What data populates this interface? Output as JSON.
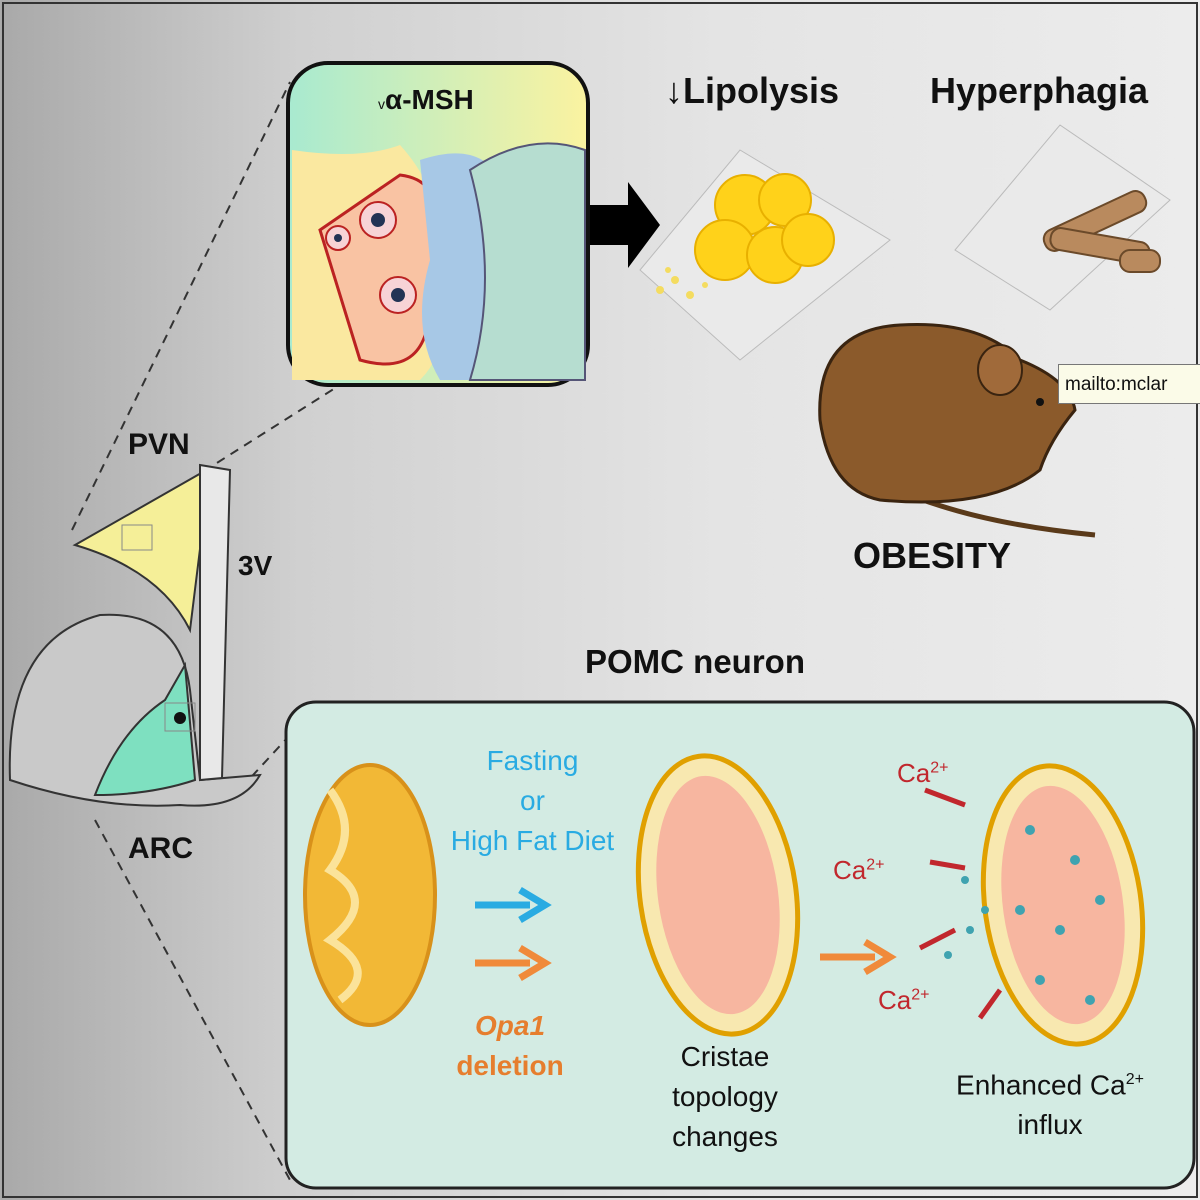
{
  "top_panel": {
    "label": "α-MSH",
    "marker": "v"
  },
  "effects": {
    "lipolysis": "↓Lipolysis",
    "hyperphagia": "Hyperphagia",
    "obesity": "OBESITY"
  },
  "tooltip": {
    "text": "mailto:mclar"
  },
  "brain": {
    "pvn": "PVN",
    "third_ventricle": "3V",
    "arc": "ARC"
  },
  "pomc": {
    "title": "POMC neuron",
    "triggers": {
      "line1": "Fasting",
      "line2": "or",
      "line3": "High Fat Diet",
      "gene": "Opa1",
      "gene_suffix": "deletion"
    },
    "cristae": [
      "Cristae",
      "topology",
      "changes"
    ],
    "calcium": {
      "ion": "Ca",
      "charge": "2+"
    },
    "influx": {
      "line1": "Enhanced Ca",
      "charge": "2+",
      "line2": "influx"
    }
  },
  "colors": {
    "blue_arrow": "#29abe2",
    "orange_arrow": "#f08a3a",
    "calcium_red": "#c1272d",
    "panel_teal": "#d3ebe3",
    "mouse_brown": "#8b5a2b"
  }
}
